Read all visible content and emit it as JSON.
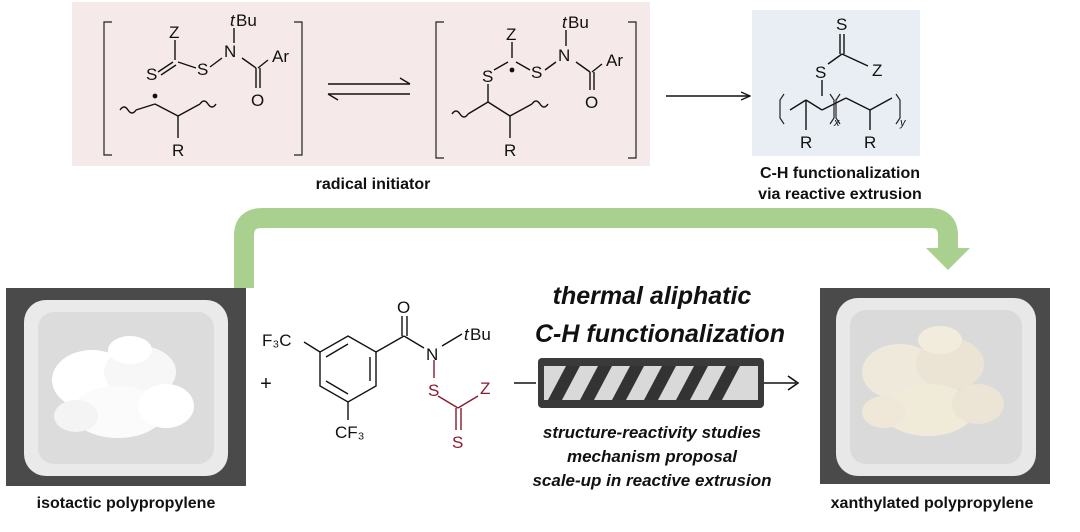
{
  "top": {
    "label_radical_initiator": "radical initiator",
    "label_ch_line1": "C-H functionalization",
    "label_ch_line2": "via reactive extrusion"
  },
  "colors": {
    "pink_panel": "#f6e9e9",
    "blue_panel": "#e9eef5",
    "green_arrow": "#a9d08e",
    "red_xanthate": "#8a1a2e",
    "extruder_dark": "#3a3a3a",
    "extruder_light": "#cfcfcf"
  },
  "atoms": {
    "Z": "Z",
    "S": "S",
    "N": "N",
    "O": "O",
    "R": "R",
    "Ar": "Ar",
    "tBu_t": "t",
    "tBu_Bu": "Bu",
    "F3C": "F₃C",
    "CF3": "CF₃",
    "x": "x",
    "y": "y"
  },
  "bottom": {
    "plus": "+",
    "headline_line1": "thermal aliphatic",
    "headline_line2": "C-H functionalization",
    "study1": "structure-reactivity studies",
    "study2": "mechanism proposal",
    "study3": "scale-up in reactive extrusion",
    "label_left": "isotactic polypropylene",
    "label_right": "xanthylated polypropylene"
  }
}
